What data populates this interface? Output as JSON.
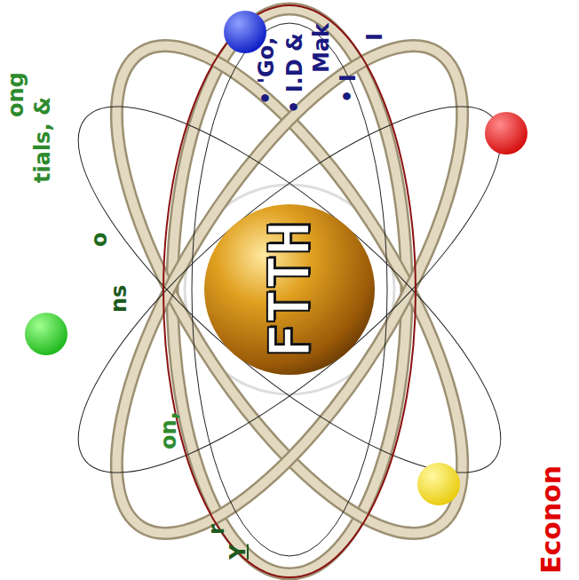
{
  "diagram": {
    "nodes": [
      {
        "text": [
          "FTTH"
        ]
      }
    ],
    "labels": [
      "• 'Go,",
      "• I.D &",
      "Mak",
      "• I",
      "I",
      "Econon",
      "ong",
      "tials, &",
      "o",
      "ns",
      "on,",
      "r",
      "Y"
    ]
  }
}
